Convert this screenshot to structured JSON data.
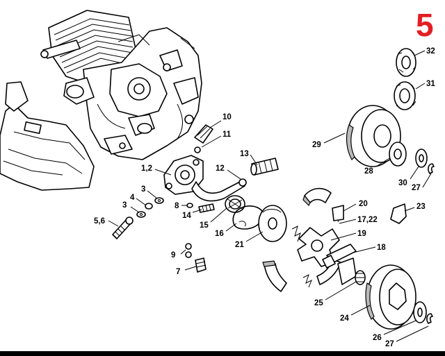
{
  "page_number": "5",
  "colors": {
    "page_number": "#e31e24",
    "line": "#000000",
    "background": "#ffffff"
  },
  "callouts": {
    "c32": "32",
    "c31": "31",
    "c29": "29",
    "c28": "28",
    "c30": "30",
    "c27a": "27",
    "c10": "10",
    "c11": "11",
    "c13": "13",
    "c12": "12",
    "c1_2": "1,2",
    "c3a": "3",
    "c3b": "3",
    "c4": "4",
    "c5_6": "5,6",
    "c8": "8",
    "c14": "14",
    "c15": "15",
    "c16": "16",
    "c21": "21",
    "c20": "20",
    "c23": "23",
    "c17_22": "17,22",
    "c19": "19",
    "c18": "18",
    "c9": "9",
    "c7": "7",
    "c25": "25",
    "c24": "24",
    "c26": "26",
    "c27b": "27"
  }
}
